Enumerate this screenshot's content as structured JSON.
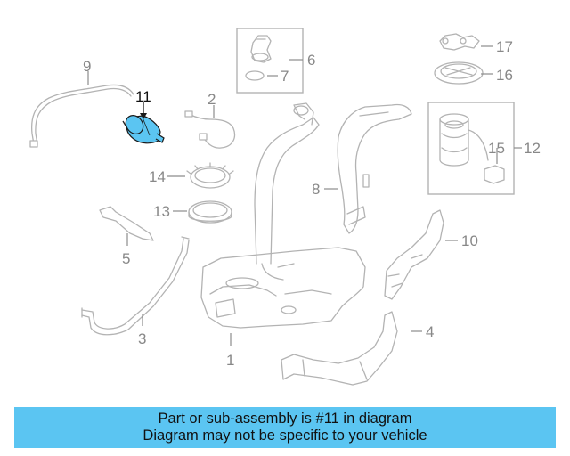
{
  "diagram": {
    "highlighted_part": "11",
    "highlight_color": "#5bc5f2",
    "line_color": "#b3b3b3",
    "callouts": [
      {
        "num": "1"
      },
      {
        "num": "2"
      },
      {
        "num": "3"
      },
      {
        "num": "4"
      },
      {
        "num": "5"
      },
      {
        "num": "6"
      },
      {
        "num": "7"
      },
      {
        "num": "8"
      },
      {
        "num": "9"
      },
      {
        "num": "10"
      },
      {
        "num": "11"
      },
      {
        "num": "12"
      },
      {
        "num": "13"
      },
      {
        "num": "14"
      },
      {
        "num": "15"
      },
      {
        "num": "16"
      },
      {
        "num": "17"
      }
    ]
  },
  "banner": {
    "line1": "Part or sub-assembly is #11 in diagram",
    "line2": "Diagram may not be specific to your vehicle",
    "color": "#5bc5f2"
  }
}
